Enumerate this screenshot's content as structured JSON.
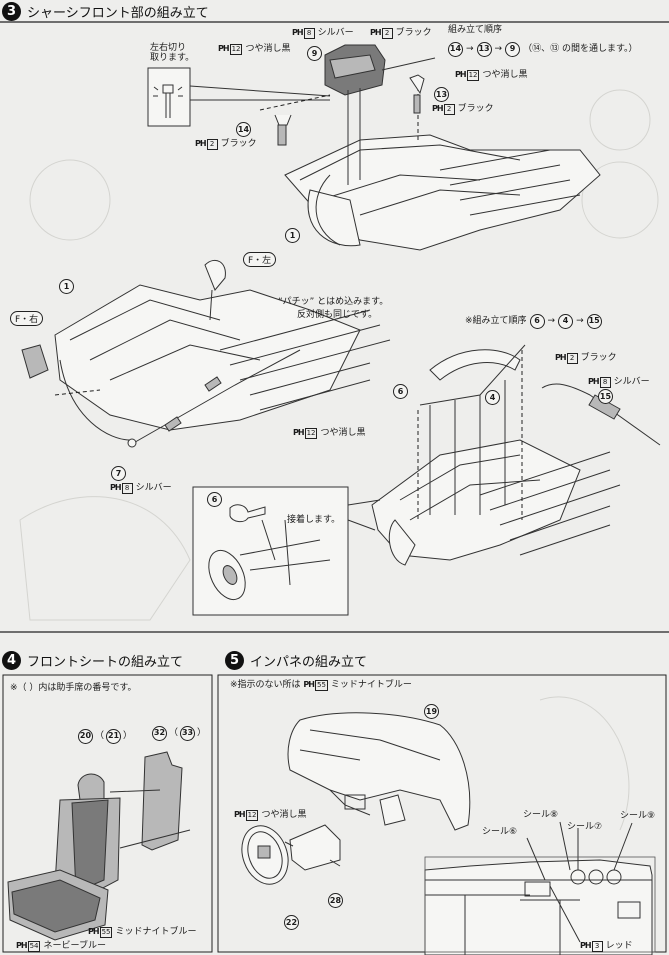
{
  "step3": {
    "number": "3",
    "title": "シャーシフロント部の組み立て",
    "cut_note_line1": "左右切り",
    "cut_note_line2": "取ります。",
    "order_title": "組み立て順序",
    "order_seq": [
      "14",
      "13",
      "9"
    ],
    "order_note": "（⑭、⑬ の間を通します。）",
    "order2_prefix": "※組み立て順序",
    "order2_seq": [
      "6",
      "4",
      "15"
    ],
    "snap_note_line1": "“パチッ” とはめ込みます。",
    "snap_note_line2": "反対側も同じです。",
    "glue_note": "接着します。",
    "tag_front_left": "F・左",
    "tag_front_right": "F・右",
    "parts": {
      "p9": "9",
      "p13": "13",
      "p14": "14",
      "p1a": "1",
      "p1b": "1",
      "p7": "7",
      "p6a": "6",
      "p6b": "6",
      "p4": "4",
      "p15": "15"
    },
    "paints": {
      "silver_top": {
        "code": "8",
        "name": "シルバー"
      },
      "black_top": {
        "code": "2",
        "name": "ブラック"
      },
      "matte_left": {
        "code": "12",
        "name": "つや消し黒"
      },
      "matte_right": {
        "code": "12",
        "name": "つや消し黒"
      },
      "black_13": {
        "code": "2",
        "name": "ブラック"
      },
      "black_14": {
        "code": "2",
        "name": "ブラック"
      },
      "matte_mid": {
        "code": "12",
        "name": "つや消し黒"
      },
      "silver_7": {
        "code": "8",
        "name": "シルバー"
      },
      "black_right": {
        "code": "2",
        "name": "ブラック"
      },
      "silver_15": {
        "code": "8",
        "name": "シルバー"
      }
    }
  },
  "step4": {
    "number": "4",
    "title": "フロントシートの組み立て",
    "note": "※（ ）内は助手席の番号です。",
    "part_seat": "20",
    "part_seat_alt": "21",
    "part_back": "32",
    "part_back_alt": "33",
    "paint_midnight": {
      "code": "55",
      "name": "ミッドナイトブルー"
    },
    "paint_navy": {
      "code": "54",
      "name": "ネービーブルー"
    }
  },
  "step5": {
    "number": "5",
    "title": "インパネの組み立て",
    "note_prefix": "※指示のない所は",
    "note_paint": {
      "code": "55",
      "name": "ミッドナイトブルー"
    },
    "part_dash": "19",
    "part_wheel": "22",
    "part_column": "28",
    "paint_matte": {
      "code": "12",
      "name": "つや消し黒"
    },
    "paint_red": {
      "code": "3",
      "name": "レッド"
    },
    "decals": {
      "d6": "シール⑥",
      "d7": "シール⑦",
      "d8": "シール⑧",
      "d9": "シール⑨"
    }
  },
  "paint_prefix": "PH",
  "arrow": "→"
}
